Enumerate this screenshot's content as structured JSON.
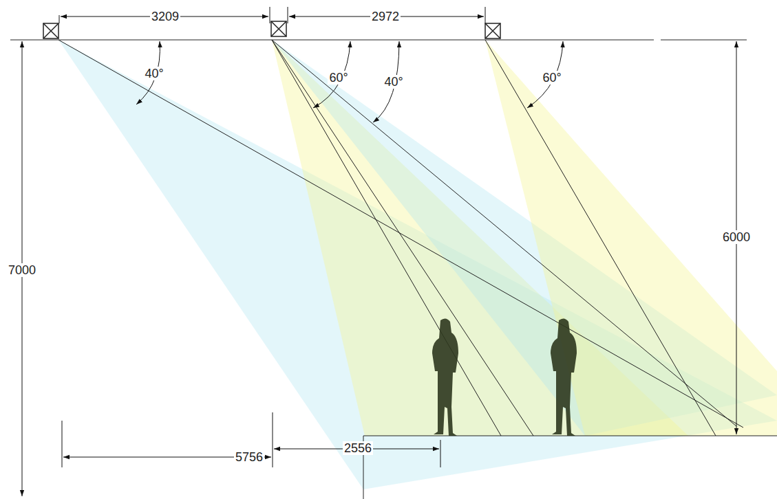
{
  "diagram": {
    "labels": [
      "3209",
      "2972",
      "40°",
      "60°",
      "40°",
      "60°",
      "7000",
      "6000",
      "5756",
      "2556"
    ]
  }
}
